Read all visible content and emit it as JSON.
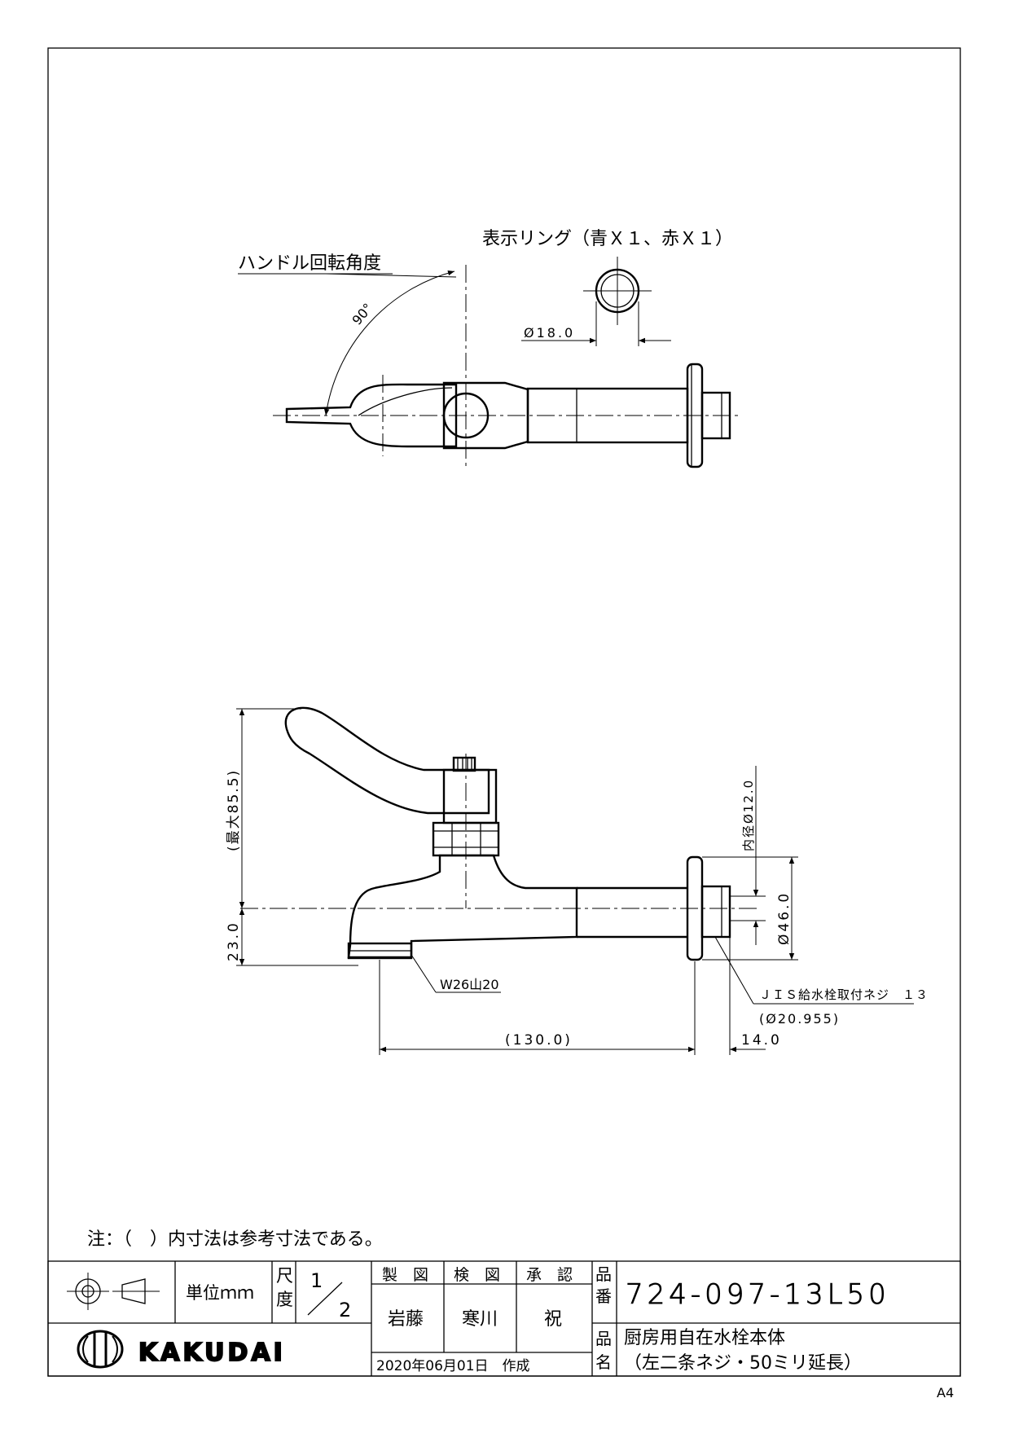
{
  "top_view": {
    "handle_rotation_label": "ハンドル回転角度",
    "angle_label": "90°",
    "indicator_ring_label": "表示リング（青Ｘ１、赤Ｘ１）",
    "ring_diameter": "Ø18.0"
  },
  "side_view": {
    "max_height": "(最大85.5)",
    "spout_height": "23.0",
    "inner_diameter": "内径Ø12.0",
    "flange_diameter": "Ø46.0",
    "spout_thread": "W26山20",
    "jis_thread": "ＪＩＳ給水栓取付ネジ　１３",
    "jis_thread_diameter": "(Ø20.955)",
    "length": "(130.0)",
    "thread_length": "14.0"
  },
  "note": "注：（　）内寸法は参考寸法である。",
  "title_block": {
    "unit_label": "単位ｍｍ",
    "scale_label_1": "尺",
    "scale_label_2": "度",
    "scale_num": "1",
    "scale_den": "2",
    "drawn_label": "製　図",
    "checked_label": "検　図",
    "approved_label": "承　認",
    "drawn_by": "岩藤",
    "checked_by": "寒川",
    "approved_by": "祝",
    "date": "2020年06月01日　作成",
    "part_no_label_1": "品",
    "part_no_label_2": "番",
    "part_no": "724-097-13L50",
    "part_name_label_1": "品",
    "part_name_label_2": "名",
    "part_name_1": "厨房用自在水栓本体",
    "part_name_2": "（左二条ネジ・50ミリ延長）",
    "brand": "KAKUDAI"
  },
  "paper_size": "A4"
}
